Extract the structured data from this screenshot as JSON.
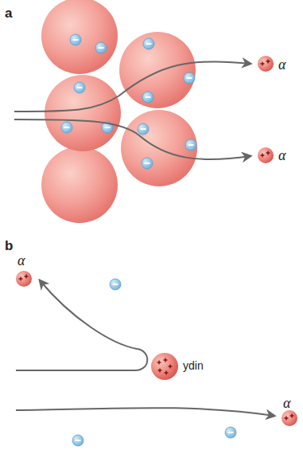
{
  "diagram": {
    "labels": [
      "a",
      "α",
      "α",
      "b",
      "α",
      "ydin",
      "α"
    ]
  }
}
